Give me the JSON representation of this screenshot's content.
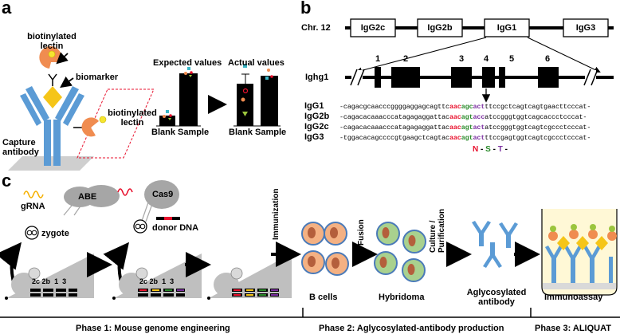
{
  "panels": {
    "a": "a",
    "b": "b",
    "c": "c"
  },
  "panel_a": {
    "biotinylated_lectin_top": [
      "biotinylated",
      "lectin"
    ],
    "biomarker": "biomarker",
    "biotinylated_lectin_mid": [
      "biotinylated",
      "lectin"
    ],
    "capture_antibody": [
      "Capture",
      "antibody"
    ],
    "expected_title": "Expected values",
    "actual_title": "Actual values",
    "expected_x": "Blank Sample",
    "actual_x": "Blank Sample"
  },
  "chart_data": [
    {
      "type": "bar",
      "title": "Expected values",
      "categories": [
        "Blank",
        "Sample"
      ],
      "values": [
        0.1,
        1.0
      ]
    },
    {
      "type": "bar",
      "title": "Actual values",
      "categories": [
        "Blank",
        "Sample"
      ],
      "values": [
        0.78,
        0.85
      ]
    }
  ],
  "panel_b": {
    "chr_label": "Chr. 12",
    "genes": [
      "IgG2c",
      "IgG2b",
      "IgG1",
      "IgG3"
    ],
    "locus_label": "Ighg1",
    "exons": [
      "1",
      "2",
      "3",
      "4",
      "5",
      "6"
    ],
    "alignment": [
      {
        "name": "IgG1",
        "pre": "-cagacgcaacccggggaggagcagttc",
        "n": "aac",
        "s": "agc",
        "t": "act",
        "post": "ttccgctcagtcagtgaacttcccat-"
      },
      {
        "name": "IgG2b",
        "pre": "-cagacacaaacccatagagaggattac",
        "n": "aac",
        "s": "agt",
        "t": "acc",
        "post": "atccgggtggtcagcaccctcccat-"
      },
      {
        "name": "IgG2c",
        "pre": "-cagacacaaacccatagagaggattac",
        "n": "aac",
        "s": "agt",
        "t": "act",
        "post": "atccgggtggtcagtcgccctcccat-"
      },
      {
        "name": "IgG3",
        "pre": "-tggacacagccccgtgaagctcagtac",
        "n": "aac",
        "s": "agt",
        "t": "act",
        "post": "ttccgagtggtcagtcgccctcccat-"
      }
    ],
    "motif": {
      "n": "N",
      "s": "S",
      "t": "T"
    }
  },
  "panel_c": {
    "grna": "gRNA",
    "abe": "ABE",
    "zygote": "zygote",
    "cas9": "Cas9",
    "donor": "donor DNA",
    "gene_labels": [
      "2c",
      "2b",
      "1",
      "3"
    ],
    "immunization": "Immunization",
    "fusion": "Fusion",
    "culture": [
      "Culture /",
      "Purification"
    ],
    "b_cells": "B cells",
    "hybridoma": "Hybridoma",
    "aglyco": [
      "Aglycosylated",
      "antibody"
    ],
    "immunoassay": "Immunoassay",
    "phase1": "Phase 1: Mouse genome engineering",
    "phase2": "Phase 2: Aglycosylated-antibody production",
    "phase3": "Phase 3: ALIQUAT"
  },
  "colors": {
    "orange": "#f0a070",
    "yellow": "#f5c518",
    "blue": "#5b9bd5",
    "green": "#8fd17f",
    "red": "#e8112d",
    "purple": "#7b2ea0",
    "gray": "#bfbfbf"
  }
}
